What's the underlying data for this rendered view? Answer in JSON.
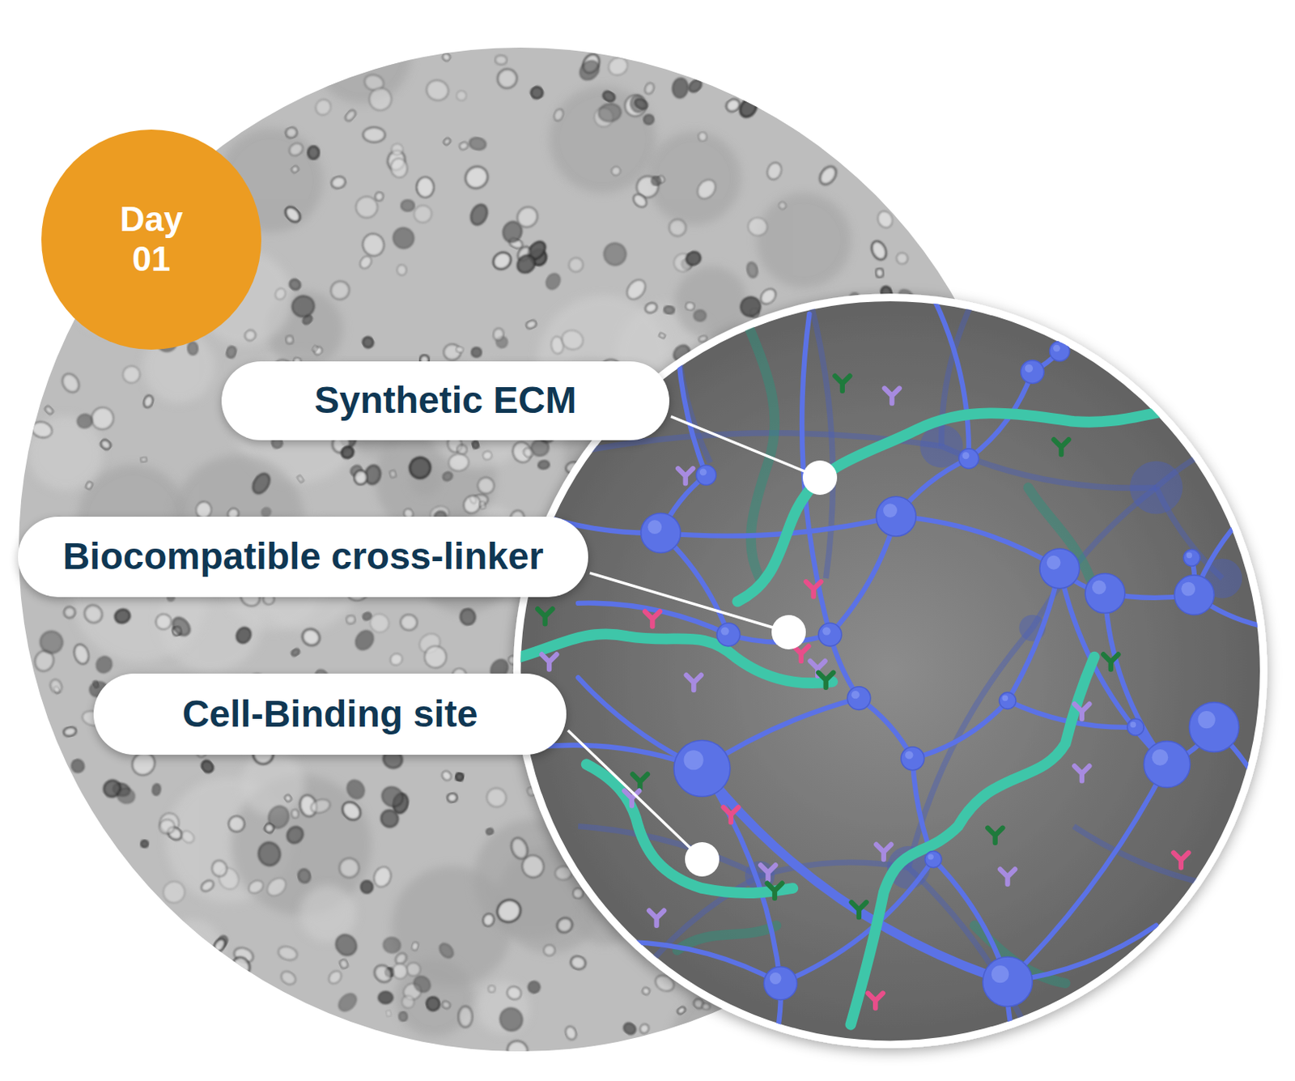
{
  "diagram": {
    "nodes": [
      {
        "text": [
          "Day 01"
        ]
      },
      {
        "text": [
          "Synthetic ECM"
        ]
      },
      {
        "text": [
          "Biocompatible cross-linker"
        ]
      },
      {
        "text": [
          "Cell-Binding site"
        ]
      }
    ]
  }
}
